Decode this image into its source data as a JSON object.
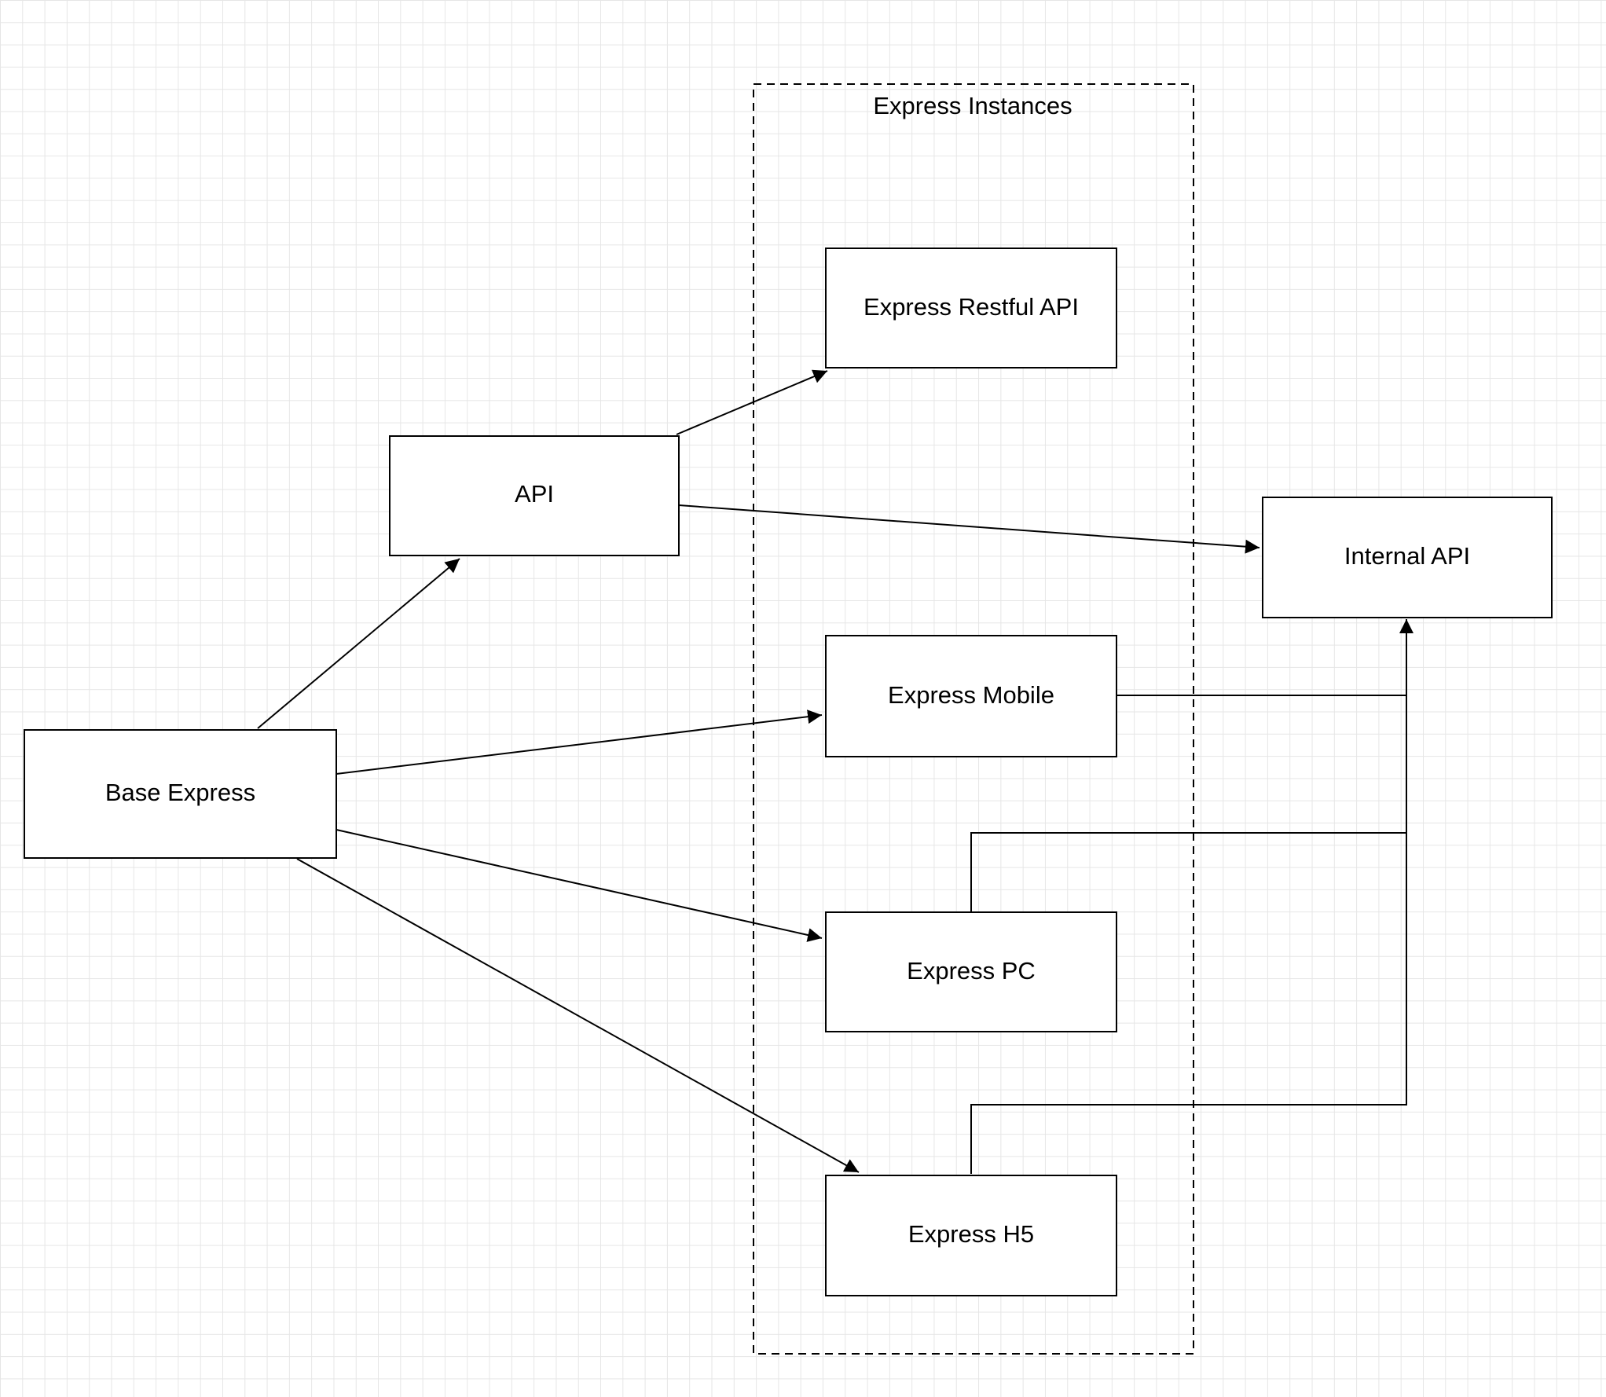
{
  "diagram": {
    "group": {
      "label": "Express Instances"
    },
    "nodes": {
      "base_express": "Base Express",
      "api": "API",
      "express_restful_api": "Express Restful API",
      "express_mobile": "Express Mobile",
      "express_pc": "Express PC",
      "express_h5": "Express H5",
      "internal_api": "Internal API"
    },
    "edges": [
      {
        "from": "base_express",
        "to": "api"
      },
      {
        "from": "base_express",
        "to": "express_mobile"
      },
      {
        "from": "base_express",
        "to": "express_pc"
      },
      {
        "from": "base_express",
        "to": "express_h5"
      },
      {
        "from": "api",
        "to": "express_restful_api"
      },
      {
        "from": "api",
        "to": "internal_api"
      },
      {
        "from": "express_mobile",
        "to": "internal_api"
      },
      {
        "from": "express_pc",
        "to": "internal_api"
      },
      {
        "from": "express_h5",
        "to": "internal_api"
      }
    ]
  }
}
